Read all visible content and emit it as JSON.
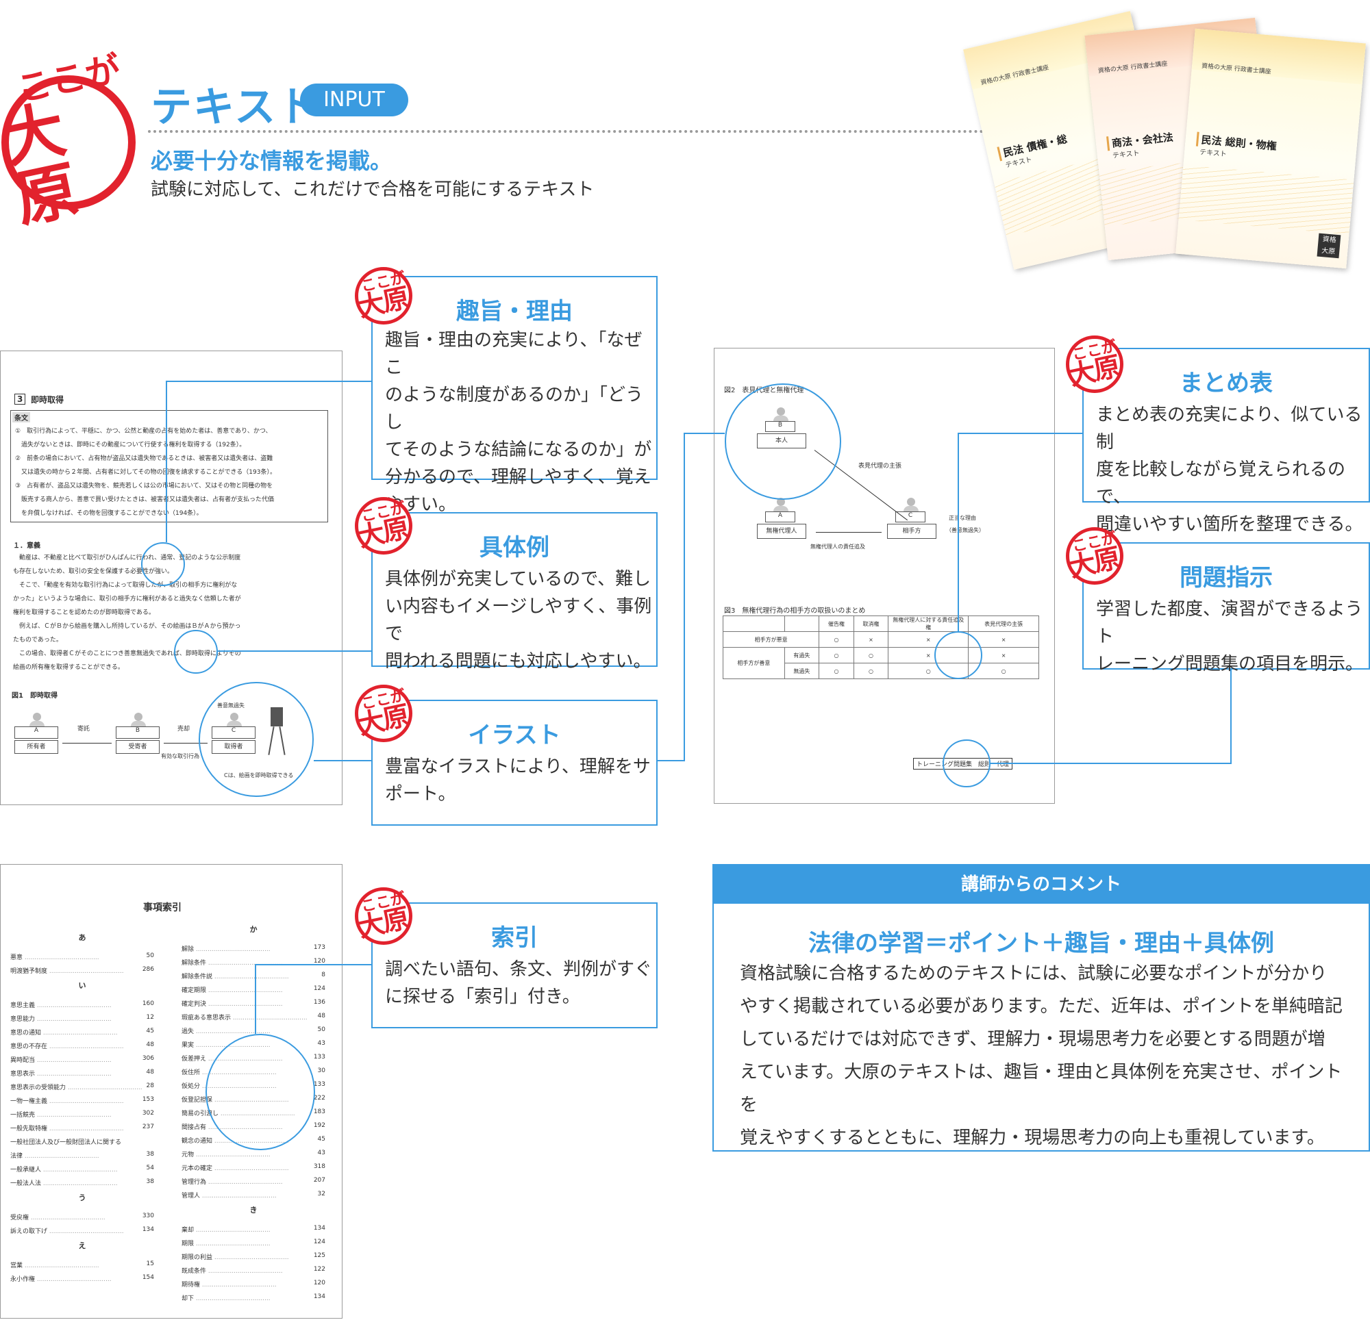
{
  "stamp": {
    "line1": "ここが",
    "line2": "大原"
  },
  "header": {
    "title": "テキスト",
    "badge": "INPUT",
    "subtitle": "必要十分な情報を掲載。",
    "description": "試験に対応して、これだけで合格を可能にするテキスト"
  },
  "books": [
    {
      "publisher": "資格の大原 行政書士講座",
      "title": "民法 債権・総",
      "subtitle": "テキスト"
    },
    {
      "publisher": "資格の大原 行政書士講座",
      "title": "商法・会社法",
      "subtitle": "テキスト"
    },
    {
      "publisher": "資格の大原 行政書士講座",
      "title": "民法 総則・物権",
      "subtitle": "テキスト",
      "mark": "資格 大原"
    }
  ],
  "callouts": {
    "shushi": {
      "title": "趣旨・理由",
      "body": [
        "趣旨・理由の充実により、「なぜこ",
        "のような制度があるのか」「どうし",
        "てそのような結論になるのか」が",
        "分かるので、理解しやすく、覚え",
        "やすい。"
      ]
    },
    "gutairei": {
      "title": "具体例",
      "body": [
        "具体例が充実しているので、難し",
        "い内容もイメージしやすく、事例で",
        "問われる問題にも対応しやすい。"
      ]
    },
    "illust": {
      "title": "イラスト",
      "body": [
        "豊富なイラストにより、理解をサ",
        "ポート。"
      ]
    },
    "matome": {
      "title": "まとめ表",
      "body": [
        "まとめ表の充実により、似ている制",
        "度を比較しながら覚えられるので、",
        "間違いやすい箇所を整理できる。"
      ]
    },
    "mondai": {
      "title": "問題指示",
      "body": [
        "学習した都度、演習ができるようト",
        "レーニング問題集の項目を明示。"
      ]
    },
    "sakuin": {
      "title": "索引",
      "body": [
        "調べたい語句、条文、判例がすぐ",
        "に探せる「索引」付き。"
      ]
    }
  },
  "doc1": {
    "heading_num": "3",
    "heading": "即時取得",
    "box_label": "条文",
    "articles": [
      "①　取引行為によって、平穏に、かつ、公然と動産の占有を始めた者は、善意であり、かつ、",
      "　過失がないときは、即時にその動産について行使する権利を取得する（192条）。",
      "②　前条の場合において、占有物が盗品又は遺失物であるときは、被害者又は遺失者は、盗難",
      "　又は遺失の時から２年間、占有者に対してその物の回復を請求することができる（193条）。",
      "③　占有者が、盗品又は遺失物を、競売若しくは公の市場において、又はその物と同種の物を",
      "　販売する商人から、善意で買い受けたときは、被害者又は遺失者は、占有者が支払った代価",
      "　を弁償しなければ、その物を回復することができない（194条）。"
    ],
    "section": "１．意義",
    "paragraphs": [
      "　動産は、不動産と比べて取引がひんぱんに行われ、通常、登記のような公示制度",
      "も存在しないため、取引の安全を保護する必要性が強い。",
      "　そこで、「動産を有効な取引行為によって取得したが、取引の相手方に権利がな",
      "かった」というような場合に、取引の相手方に権利があると過失なく信頼した者が",
      "権利を取得することを認めたのが即時取得である。",
      "　例えば、ＣがＢから絵画を購入し所持しているが、その絵画はＢがＡから預かっ",
      "たものであった。",
      "　この場合、取得者Ｃがそのことにつき善意無過失であれば、即時取得によりその",
      "絵画の所有権を取得することができる。"
    ],
    "figure": "図1　即時取得",
    "fig_people": [
      {
        "letter": "A",
        "label": "所有者"
      },
      {
        "letter": "B",
        "label": "受寄者"
      },
      {
        "letter": "C",
        "label": "取得者"
      }
    ],
    "arrow1": "寄託",
    "arrow2": "売却",
    "arrow2_sub": "有効な取引行為",
    "c_top": "善意無過失",
    "c_note": "Cは、絵画を即時取得できる"
  },
  "doc2": {
    "fig2": "図2　表見代理と無権代理",
    "b_letter": "B",
    "b_label": "本人",
    "a_letter": "A",
    "a_label": "無権代理人",
    "c_letter": "C",
    "c_label": "相手方",
    "arrow_up": "表見代理の主張",
    "arrow_left": "無権代理人の責任追及",
    "reason1": "正当な理由",
    "reason2": "（善意無過失）",
    "fig3": "図3　無権代理行為の相手方の取扱いのまとめ",
    "table": {
      "headers": [
        "催告権",
        "取消権",
        "無権代理人に対する責任追及権",
        "表見代理の主張"
      ],
      "rows": [
        {
          "label": "相手方が悪意",
          "sub": "",
          "cells": [
            "○",
            "×",
            "×",
            "×"
          ]
        },
        {
          "label": "相手方が善意",
          "sub": "有過失",
          "cells": [
            "○",
            "○",
            "×",
            "×"
          ]
        },
        {
          "label": "",
          "sub": "無過失",
          "cells": [
            "○",
            "○",
            "○",
            "○"
          ]
        }
      ]
    },
    "training": "トレーニング問題集　総則　代理"
  },
  "doc3": {
    "title": "事項索引",
    "col1": [
      {
        "head": "あ"
      },
      {
        "term": "悪意",
        "page": "50"
      },
      {
        "term": "明渡猶予制度",
        "page": "286"
      },
      {
        "head": "い"
      },
      {
        "term": "意思主義",
        "page": "160"
      },
      {
        "term": "意思能力",
        "page": "12"
      },
      {
        "term": "意思の通知",
        "page": "45"
      },
      {
        "term": "意思の不存在",
        "page": "48"
      },
      {
        "term": "異時配当",
        "page": "306"
      },
      {
        "term": "意思表示",
        "page": "48"
      },
      {
        "term": "意思表示の受領能力",
        "page": "28"
      },
      {
        "term": "一物一権主義",
        "page": "153"
      },
      {
        "term": "一括競売",
        "page": "302"
      },
      {
        "term": "一般先取特権",
        "page": "237"
      },
      {
        "term": "一般社団法人及び一般財団法人に関する",
        "page": ""
      },
      {
        "term": "法律",
        "page": "38"
      },
      {
        "term": "一般承継人",
        "page": "54"
      },
      {
        "term": "一般法人法",
        "page": "38"
      },
      {
        "head": "う"
      },
      {
        "term": "受戻権",
        "page": "330"
      },
      {
        "term": "訴えの取下げ",
        "page": "134"
      },
      {
        "head": "え"
      },
      {
        "term": "営業",
        "page": "15"
      },
      {
        "term": "永小作権",
        "page": "154"
      }
    ],
    "col2": [
      {
        "head": "か"
      },
      {
        "term": "解除",
        "page": "173"
      },
      {
        "term": "解除条件",
        "page": "120"
      },
      {
        "term": "解除条件説",
        "page": "8"
      },
      {
        "term": "確定期限",
        "page": "124"
      },
      {
        "term": "確定判決",
        "page": "136"
      },
      {
        "term": "瑕疵ある意思表示",
        "page": "48"
      },
      {
        "term": "過失",
        "page": "50"
      },
      {
        "term": "果実",
        "page": "43"
      },
      {
        "term": "仮差押え",
        "page": "133"
      },
      {
        "term": "仮住所",
        "page": "30"
      },
      {
        "term": "仮処分",
        "page": "133"
      },
      {
        "term": "仮登記担保",
        "page": "222"
      },
      {
        "term": "簡易の引渡し",
        "page": "183"
      },
      {
        "term": "間接占有",
        "page": "192"
      },
      {
        "term": "観念の通知",
        "page": "45"
      },
      {
        "term": "元物",
        "page": "43"
      },
      {
        "term": "元本の確定",
        "page": "318"
      },
      {
        "term": "管理行為",
        "page": "207"
      },
      {
        "term": "管理人",
        "page": "32"
      },
      {
        "head": "き"
      },
      {
        "term": "棄却",
        "page": "134"
      },
      {
        "term": "期限",
        "page": "124"
      },
      {
        "term": "期限の利益",
        "page": "125"
      },
      {
        "term": "既成条件",
        "page": "122"
      },
      {
        "term": "期待権",
        "page": "120"
      },
      {
        "term": "却下",
        "page": "134"
      }
    ]
  },
  "comment": {
    "header": "講師からのコメント",
    "title": "法律の学習＝ポイント＋趣旨・理由＋具体例",
    "body": [
      "資格試験に合格するためのテキストには、試験に必要なポイントが分かり",
      "やすく掲載されている必要があります。ただ、近年は、ポイントを単純暗記",
      "しているだけでは対応できず、理解力・現場思考力を必要とする問題が増",
      "えています。大原のテキストは、趣旨・理由と具体例を充実させ、ポイントを",
      "覚えやすくするとともに、理解力・現場思考力の向上も重視しています。"
    ]
  },
  "colors": {
    "accent": "#3a9be0",
    "stamp": "#e2222d"
  }
}
